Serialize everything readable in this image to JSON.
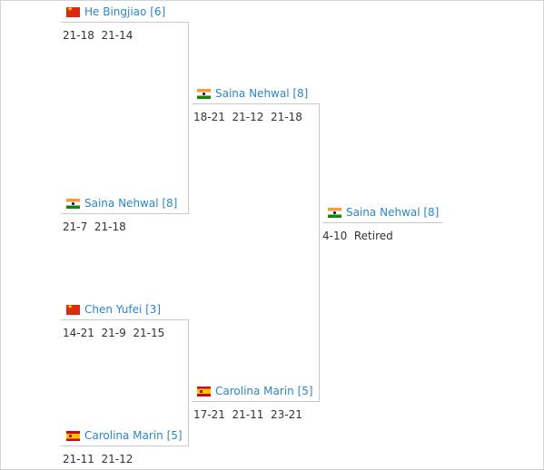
{
  "bracket": {
    "round1": [
      {
        "player": "He Bingjiao [6]",
        "flag": "china-flag-icon",
        "score": "21-18  21-14"
      },
      {
        "player": "Saina Nehwal [8]",
        "flag": "india-flag-icon",
        "score": "21-7  21-18"
      },
      {
        "player": "Chen Yufei [3]",
        "flag": "china-flag-icon",
        "score": "14-21  21-9  21-15"
      },
      {
        "player": "Carolina Marin [5]",
        "flag": "spain-flag-icon",
        "score": "21-11  21-12"
      }
    ],
    "round2": [
      {
        "player": "Saina Nehwal [8]",
        "flag": "india-flag-icon",
        "score": "18-21  21-12  21-18"
      },
      {
        "player": "Carolina Marin [5]",
        "flag": "spain-flag-icon",
        "score": "17-21  21-11  23-21"
      }
    ],
    "final": {
      "player": "Saina Nehwal [8]",
      "flag": "india-flag-icon",
      "score": "4-10  Retired"
    }
  },
  "colors": {
    "link": "#2a87c7",
    "line": "#c8c8c8",
    "text": "#333333"
  }
}
